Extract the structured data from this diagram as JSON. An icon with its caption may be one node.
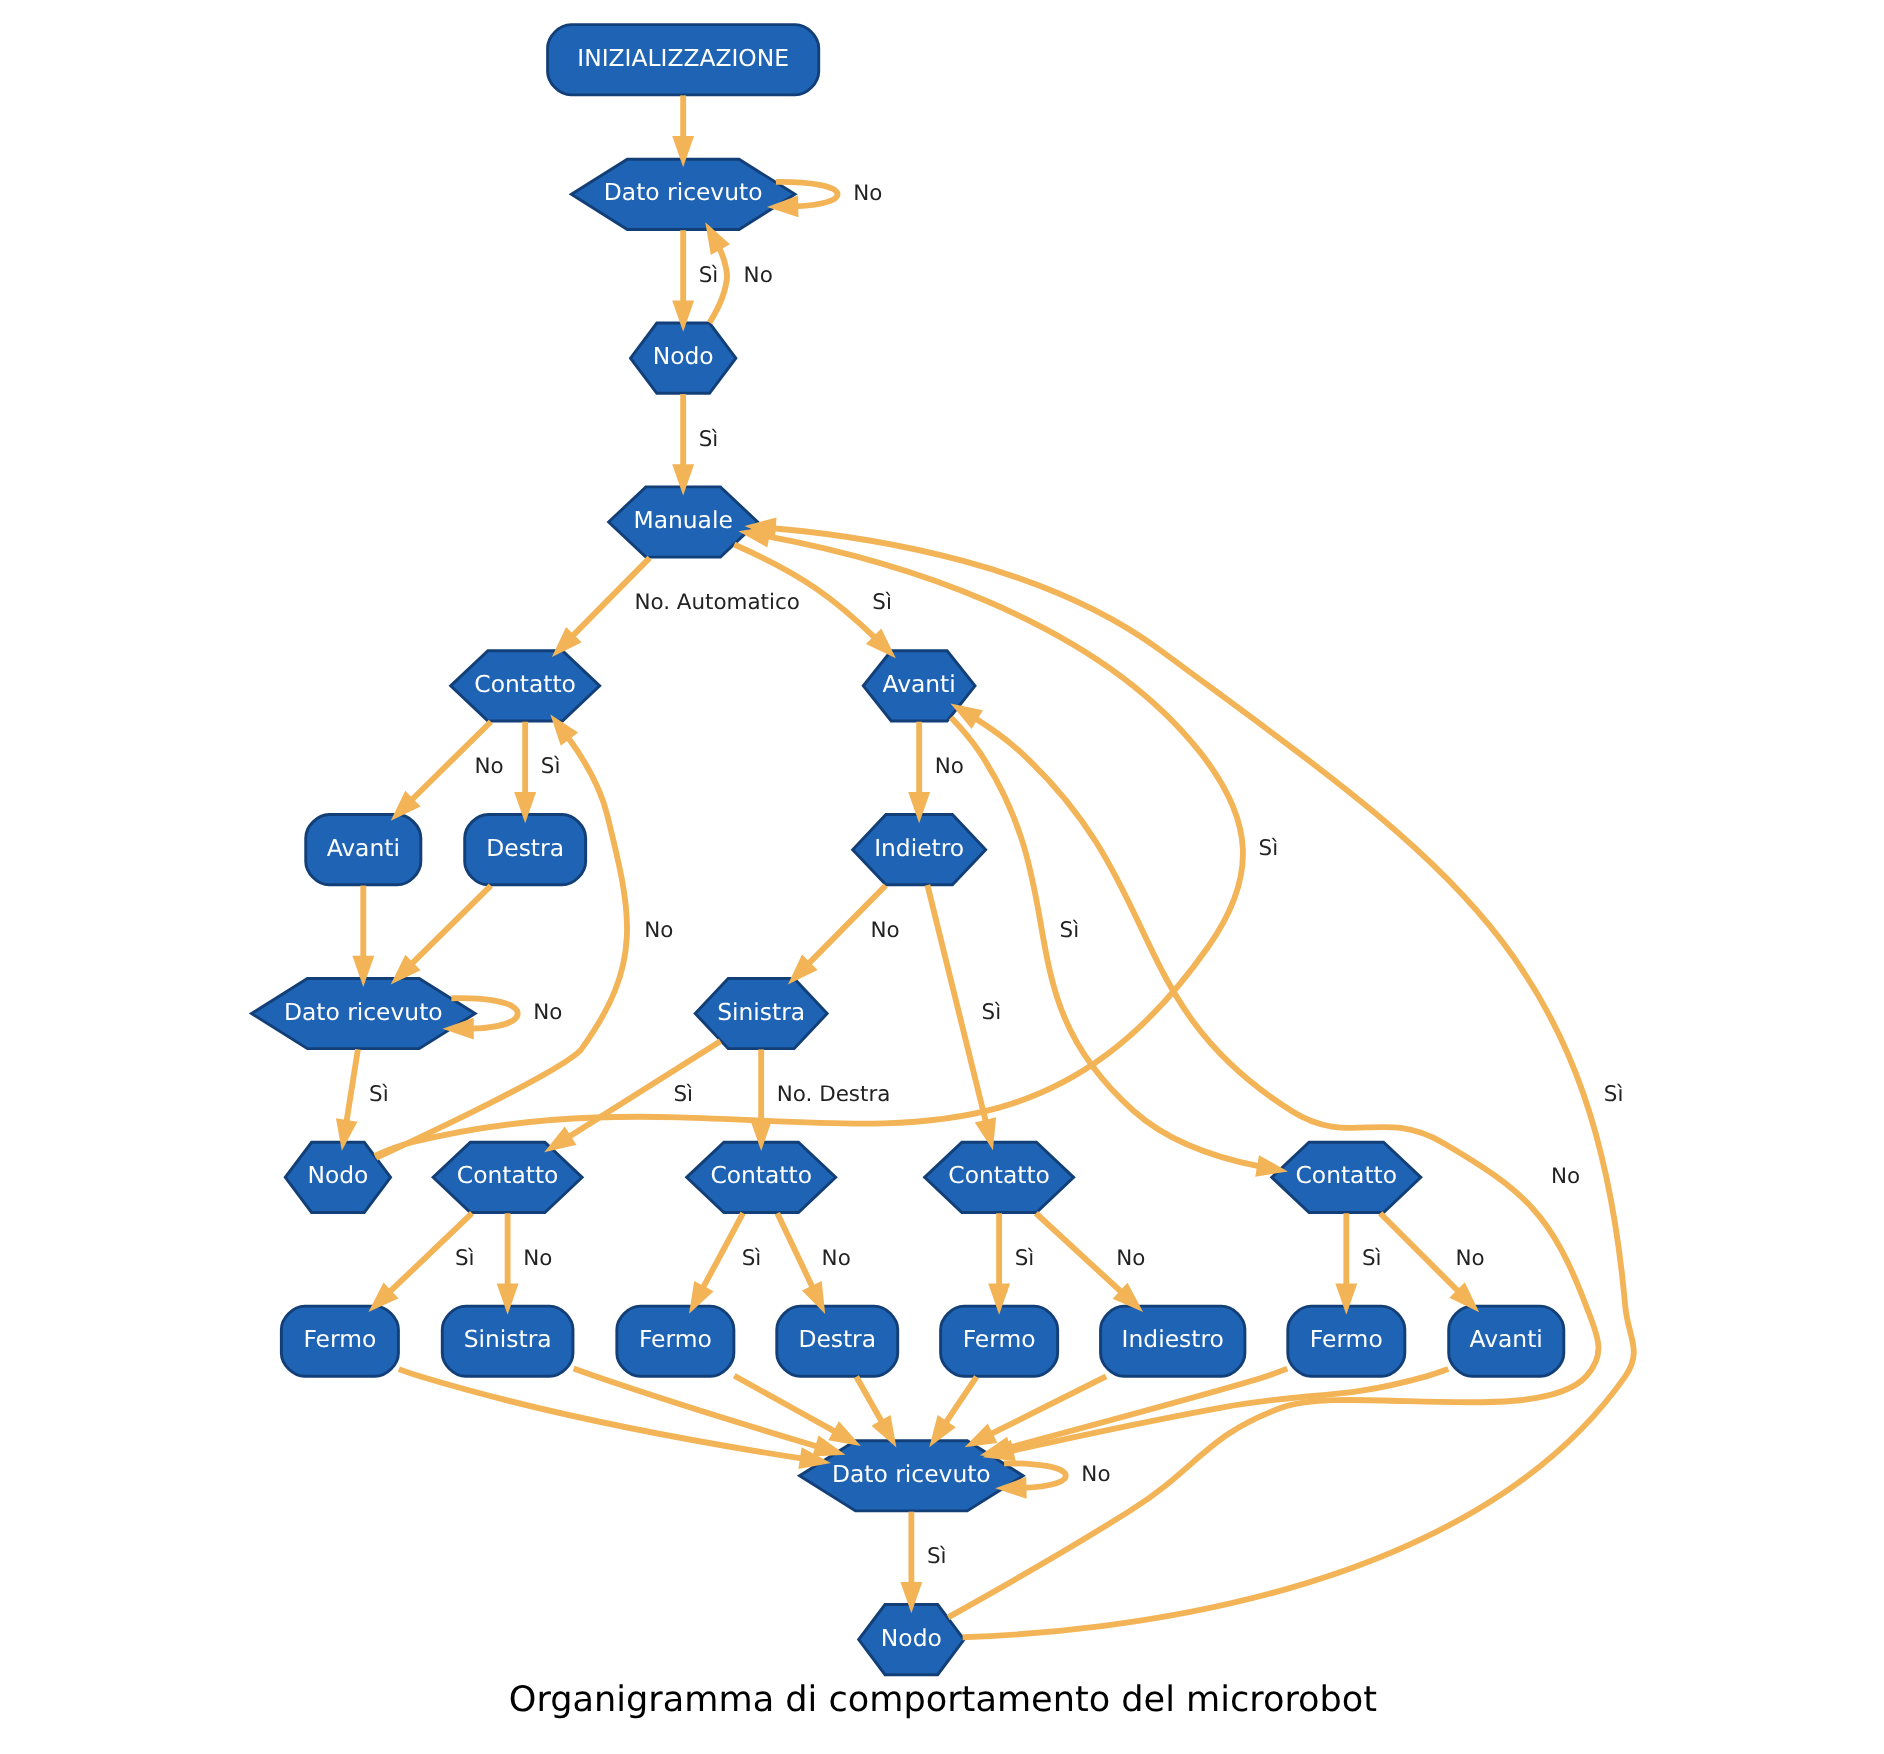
{
  "diagram": {
    "caption": "Organigramma di comportamento del microrobot",
    "nodes": [
      {
        "text": [
          "INIZIALIZZAZIONE"
        ]
      },
      {
        "text": [
          "Dato ricevuto"
        ]
      },
      {
        "text": [
          "Nodo"
        ]
      },
      {
        "text": [
          "Manuale"
        ]
      },
      {
        "text": [
          "Contatto"
        ]
      },
      {
        "text": [
          "Avanti"
        ]
      },
      {
        "text": [
          "Destra"
        ]
      },
      {
        "text": [
          "Dato ricevuto"
        ]
      },
      {
        "text": [
          "Nodo"
        ]
      },
      {
        "text": [
          "Avanti"
        ]
      },
      {
        "text": [
          "Indietro"
        ]
      },
      {
        "text": [
          "Sinistra"
        ]
      },
      {
        "text": [
          "Contatto"
        ]
      },
      {
        "text": [
          "Contatto"
        ]
      },
      {
        "text": [
          "Contatto"
        ]
      },
      {
        "text": [
          "Contatto"
        ]
      },
      {
        "text": [
          "Fermo"
        ]
      },
      {
        "text": [
          "Avanti"
        ]
      },
      {
        "text": [
          "Fermo"
        ]
      },
      {
        "text": [
          "Indiestro"
        ]
      },
      {
        "text": [
          "Fermo"
        ]
      },
      {
        "text": [
          "Sinistra"
        ]
      },
      {
        "text": [
          "Fermo"
        ]
      },
      {
        "text": [
          "Destra"
        ]
      },
      {
        "text": [
          "Dato ricevuto"
        ]
      },
      {
        "text": [
          "Nodo"
        ]
      }
    ],
    "edges": [
      {
        "from": 0,
        "to": 1,
        "arrow": "to"
      },
      {
        "from": 1,
        "to": 1,
        "arrow": "to",
        "label": "No"
      },
      {
        "from": 1,
        "to": 2,
        "arrow": "to",
        "label": "Sì"
      },
      {
        "from": 2,
        "to": 1,
        "arrow": "to",
        "label": "No"
      },
      {
        "from": 2,
        "to": 3,
        "arrow": "to",
        "label": "Sì"
      },
      {
        "from": 3,
        "to": 4,
        "arrow": "to",
        "label": "No. Automatico"
      },
      {
        "from": 3,
        "to": 9,
        "arrow": "to",
        "label": "Sì"
      },
      {
        "from": 4,
        "to": 5,
        "arrow": "to",
        "label": "No"
      },
      {
        "from": 4,
        "to": 6,
        "arrow": "to",
        "label": "Sì"
      },
      {
        "from": 5,
        "to": 7,
        "arrow": "to"
      },
      {
        "from": 6,
        "to": 7,
        "arrow": "to"
      },
      {
        "from": 7,
        "to": 7,
        "arrow": "to",
        "label": "No"
      },
      {
        "from": 7,
        "to": 8,
        "arrow": "to",
        "label": "Sì"
      },
      {
        "from": 8,
        "to": 3,
        "arrow": "to",
        "label": "Sì"
      },
      {
        "from": 8,
        "to": 4,
        "arrow": "to",
        "label": "No"
      },
      {
        "from": 9,
        "to": 14,
        "arrow": "to",
        "label": "Sì"
      },
      {
        "from": 9,
        "to": 10,
        "arrow": "to",
        "label": "No"
      },
      {
        "from": 10,
        "to": 12,
        "arrow": "to",
        "label": "Sì"
      },
      {
        "from": 10,
        "to": 11,
        "arrow": "to",
        "label": "No"
      },
      {
        "from": 11,
        "to": 13,
        "arrow": "to",
        "label": "Sì"
      },
      {
        "from": 11,
        "to": 15,
        "arrow": "to",
        "label": "No. Destra"
      },
      {
        "from": 14,
        "to": 16,
        "arrow": "to",
        "label": "Sì"
      },
      {
        "from": 14,
        "to": 17,
        "arrow": "to",
        "label": "No"
      },
      {
        "from": 12,
        "to": 18,
        "arrow": "to",
        "label": "Sì"
      },
      {
        "from": 12,
        "to": 19,
        "arrow": "to",
        "label": "No"
      },
      {
        "from": 13,
        "to": 20,
        "arrow": "to",
        "label": "Sì"
      },
      {
        "from": 13,
        "to": 21,
        "arrow": "to",
        "label": "No"
      },
      {
        "from": 15,
        "to": 22,
        "arrow": "to",
        "label": "Sì"
      },
      {
        "from": 15,
        "to": 23,
        "arrow": "to",
        "label": "No"
      },
      {
        "from": 16,
        "to": 24,
        "arrow": "to"
      },
      {
        "from": 17,
        "to": 24,
        "arrow": "to"
      },
      {
        "from": 18,
        "to": 24,
        "arrow": "to"
      },
      {
        "from": 19,
        "to": 24,
        "arrow": "to"
      },
      {
        "from": 20,
        "to": 24,
        "arrow": "to"
      },
      {
        "from": 21,
        "to": 24,
        "arrow": "to"
      },
      {
        "from": 22,
        "to": 24,
        "arrow": "to"
      },
      {
        "from": 23,
        "to": 24,
        "arrow": "to"
      },
      {
        "from": 24,
        "to": 24,
        "arrow": "to",
        "label": "No"
      },
      {
        "from": 24,
        "to": 25,
        "arrow": "to",
        "label": "Sì"
      },
      {
        "from": 25,
        "to": 3,
        "arrow": "to",
        "label": "Sì"
      },
      {
        "from": 25,
        "to": 9,
        "arrow": "to",
        "label": "No"
      }
    ]
  }
}
